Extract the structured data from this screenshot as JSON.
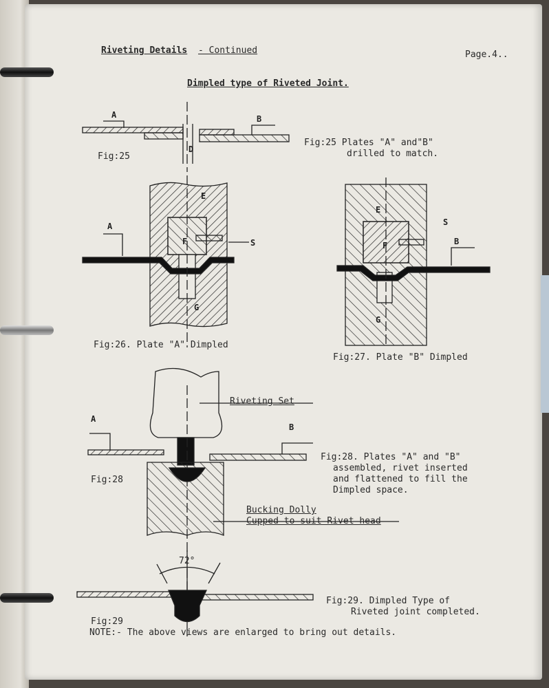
{
  "header": {
    "section_title": "Riveting Details",
    "section_suffix": "- Continued",
    "page_label": "Page.4.."
  },
  "title": "Dimpled type of Riveted Joint.",
  "figures": {
    "fig25": {
      "tag": "Fig:25",
      "caption_line1": "Fig:25 Plates \"A\" and\"B\"",
      "caption_line2": "drilled to match.",
      "labels": {
        "a": "A",
        "b": "B",
        "d": "D"
      }
    },
    "fig26": {
      "caption": "Fig:26. Plate \"A\" Dimpled",
      "labels": {
        "a": "A",
        "e": "E",
        "f": "F",
        "s": "S",
        "g": "G"
      }
    },
    "fig27": {
      "caption": "Fig:27. Plate \"B\" Dimpled",
      "labels": {
        "e": "E",
        "f": "F",
        "s": "S",
        "b": "B",
        "g": "G"
      }
    },
    "fig28": {
      "tag": "Fig:28",
      "riveting_set": "Riveting Set",
      "labels": {
        "a": "A",
        "b": "B"
      },
      "caption_line1": "Fig:28. Plates \"A\" and \"B\"",
      "caption_line2": "assembled, rivet inserted",
      "caption_line3": "and flattened to fill the",
      "caption_line4": "Dimpled space.",
      "dolly_line1": "Bucking Dolly",
      "dolly_line2": "Cupped to suit Rivet head"
    },
    "fig29": {
      "tag": "Fig:29",
      "angle": "72°",
      "caption_line1": "Fig:29. Dimpled Type of",
      "caption_line2": "Riveted joint completed."
    }
  },
  "note": "NOTE:- The above views are enlarged to bring out details."
}
